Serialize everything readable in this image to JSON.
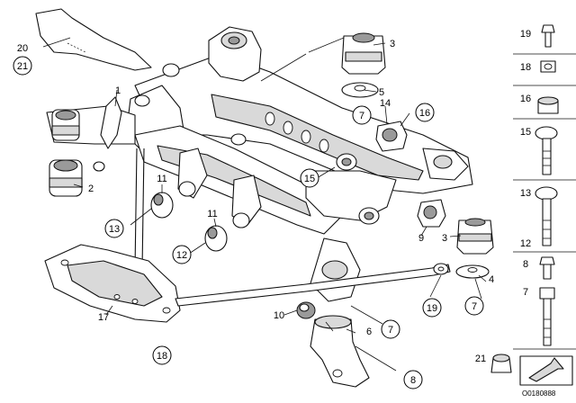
{
  "diagram": {
    "labels": {
      "l1": "1",
      "l2": "2",
      "l3a": "3",
      "l3b": "3",
      "l4": "4",
      "l5": "5",
      "l6": "6",
      "l7a": "7",
      "l7b": "7",
      "l7c": "7",
      "l8": "8",
      "l9": "9",
      "l10": "10",
      "l11a": "11",
      "l11b": "11",
      "l12": "12",
      "l13": "13",
      "l14": "14",
      "l15": "15",
      "l16": "16",
      "l17": "17",
      "l18": "18",
      "l19": "19",
      "l20": "20",
      "l21": "21"
    },
    "side_labels": {
      "s19": "19",
      "s18": "18",
      "s16": "16",
      "s15": "15",
      "s13": "13",
      "s12": "12",
      "s8": "8",
      "s7": "7",
      "s21": "21"
    },
    "doc_id": "O0180888"
  }
}
